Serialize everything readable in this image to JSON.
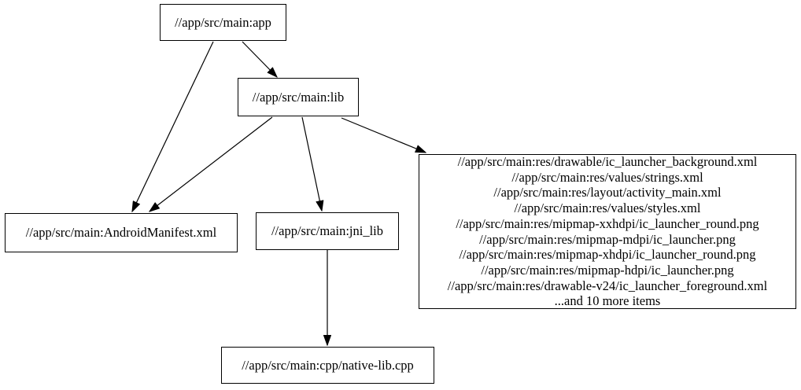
{
  "diagram": {
    "type": "dependency-graph",
    "background_color": "#ffffff",
    "node_border_color": "#000000",
    "edge_color": "#000000",
    "nodes": [
      {
        "id": "app",
        "label": "//app/src/main:app"
      },
      {
        "id": "lib",
        "label": "//app/src/main:lib"
      },
      {
        "id": "android_manifest",
        "label": "//app/src/main:AndroidManifest.xml"
      },
      {
        "id": "jni_lib",
        "label": "//app/src/main:jni_lib"
      },
      {
        "id": "res_group",
        "lines": [
          "//app/src/main:res/drawable/ic_launcher_background.xml",
          "//app/src/main:res/values/strings.xml",
          "//app/src/main:res/layout/activity_main.xml",
          "//app/src/main:res/values/styles.xml",
          "//app/src/main:res/mipmap-xxhdpi/ic_launcher_round.png",
          "//app/src/main:res/mipmap-mdpi/ic_launcher.png",
          "//app/src/main:res/mipmap-xhdpi/ic_launcher_round.png",
          "//app/src/main:res/mipmap-hdpi/ic_launcher.png",
          "//app/src/main:res/drawable-v24/ic_launcher_foreground.xml",
          "...and 10 more items"
        ]
      },
      {
        "id": "native_lib_cpp",
        "label": "//app/src/main:cpp/native-lib.cpp"
      }
    ],
    "edges": [
      {
        "from": "//app/src/main:app",
        "to": "//app/src/main:lib"
      },
      {
        "from": "//app/src/main:app",
        "to": "//app/src/main:AndroidManifest.xml"
      },
      {
        "from": "//app/src/main:lib",
        "to": "//app/src/main:AndroidManifest.xml"
      },
      {
        "from": "//app/src/main:lib",
        "to": "//app/src/main:jni_lib"
      },
      {
        "from": "//app/src/main:lib",
        "to": "res_group"
      },
      {
        "from": "//app/src/main:jni_lib",
        "to": "//app/src/main:cpp/native-lib.cpp"
      }
    ]
  }
}
